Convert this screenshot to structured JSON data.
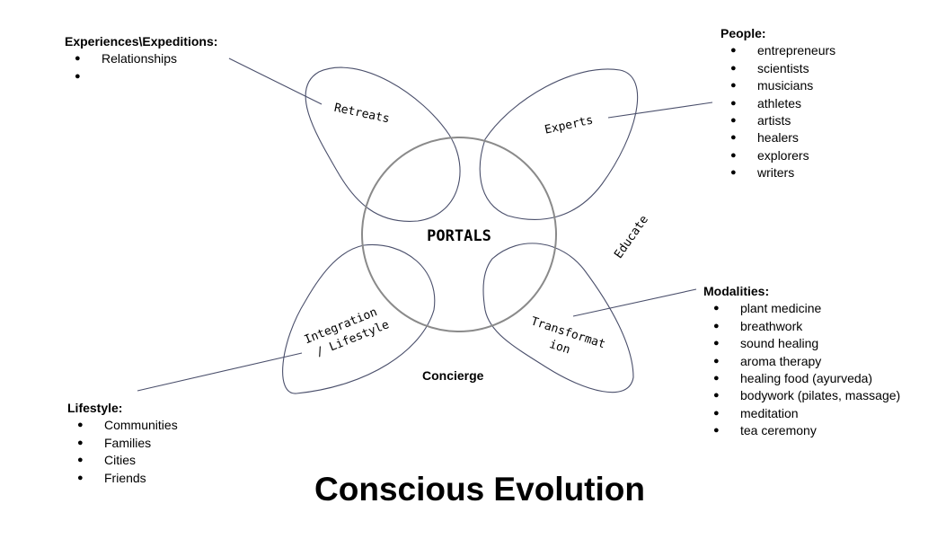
{
  "center_label": "PORTALS",
  "petals": {
    "top_left": "Retreats",
    "top_right": "Experts",
    "bottom_left": [
      "Integration",
      "/ Lifestyle"
    ],
    "bottom_right": [
      "Transformat",
      "ion"
    ]
  },
  "side_labels": {
    "educate": "Educate",
    "concierge": "Concierge"
  },
  "experiences": {
    "heading": "Experiences\\Expeditions:",
    "items": [
      "Relationships",
      ""
    ]
  },
  "people": {
    "heading": "People:",
    "items": [
      "entrepreneurs",
      "scientists",
      "musicians",
      "athletes",
      "artists",
      "healers",
      "explorers",
      "writers"
    ]
  },
  "modalities": {
    "heading": "Modalities:",
    "items": [
      "plant medicine",
      "breathwork",
      "sound healing",
      "aroma therapy",
      "healing food (ayurveda)",
      "bodywork (pilates, massage)",
      "meditation",
      "tea ceremony"
    ]
  },
  "lifestyle": {
    "heading": "Lifestyle:",
    "items": [
      "Communities",
      "Families",
      "Cities",
      "Friends"
    ]
  },
  "title": "Conscious Evolution",
  "colors": {
    "petal_stroke": "#4a4f6b",
    "circle_stroke": "#8a8a8a",
    "text": "#000000"
  }
}
